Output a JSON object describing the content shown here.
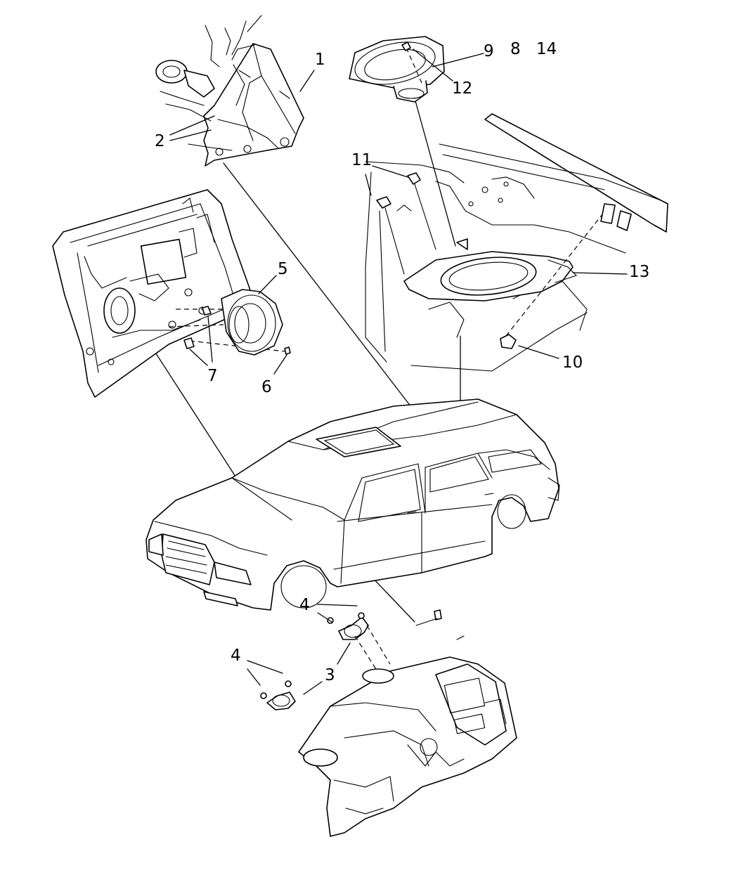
{
  "callouts": [
    {
      "id": "c1",
      "text": "1"
    },
    {
      "id": "c2",
      "text": "2"
    },
    {
      "id": "c3a",
      "text": "3"
    },
    {
      "id": "c4a",
      "text": "4"
    },
    {
      "id": "c4b",
      "text": "4"
    },
    {
      "id": "c5",
      "text": "5"
    },
    {
      "id": "c6",
      "text": "6"
    },
    {
      "id": "c7",
      "text": "7"
    },
    {
      "id": "c8",
      "text": "8"
    },
    {
      "id": "c9",
      "text": "9"
    },
    {
      "id": "c10",
      "text": "10"
    },
    {
      "id": "c11",
      "text": "11"
    },
    {
      "id": "c12",
      "text": "12"
    },
    {
      "id": "c13",
      "text": "13"
    },
    {
      "id": "c14",
      "text": "14"
    }
  ],
  "colors": {
    "line": "#000000",
    "background": "#ffffff"
  }
}
